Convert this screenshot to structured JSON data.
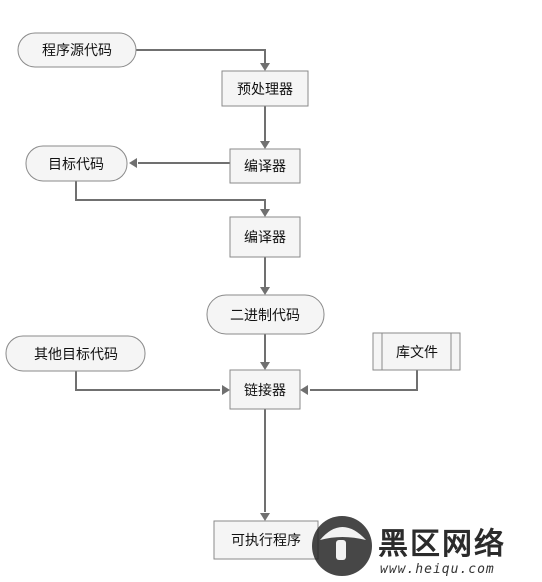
{
  "diagram": {
    "nodes": {
      "source_code": "程序源代码",
      "preprocessor": "预处理器",
      "compiler_1": "编译器",
      "object_code": "目标代码",
      "compiler_2": "编译器",
      "binary_code": "二进制代码",
      "other_object_code": "其他目标代码",
      "library_files": "库文件",
      "linker": "链接器",
      "executable": "可执行程序"
    }
  },
  "watermark": {
    "site_name": "黑区网络",
    "url": "www.heiqu.com"
  }
}
